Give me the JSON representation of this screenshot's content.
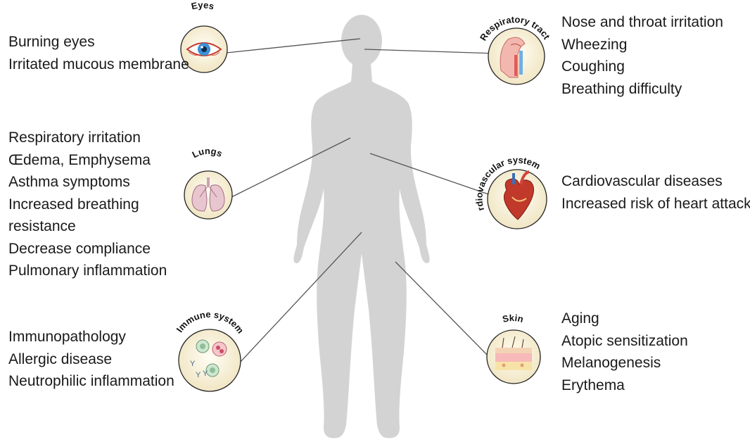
{
  "organs": {
    "eyes": {
      "title": "Eyes",
      "icon": "eye-icon",
      "effects": [
        "Burning eyes",
        "Irritated mucous membrane"
      ]
    },
    "respiratory": {
      "title": "Respiratory tract",
      "icon": "respiratory-tract-icon",
      "effects": [
        "Nose and throat irritation",
        "Wheezing",
        "Coughing",
        "Breathing difficulty"
      ]
    },
    "lungs": {
      "title": "Lungs",
      "icon": "lungs-icon",
      "effects": [
        "Respiratory irritation",
        "Œdema, Emphysema",
        "Asthma symptoms",
        "Increased breathing",
        "resistance",
        "Decrease compliance",
        "Pulmonary inflammation"
      ]
    },
    "cardiovascular": {
      "title": "Cardiovascular system",
      "icon": "heart-icon",
      "effects": [
        "Cardiovascular diseases",
        "Increased risk of heart attacks"
      ]
    },
    "immune": {
      "title": "Immune system",
      "icon": "immune-cells-icon",
      "effects": [
        "Immunopathology",
        "Allergic disease",
        "Neutrophilic inflammation"
      ]
    },
    "skin": {
      "title": "Skin",
      "icon": "skin-layers-icon",
      "effects": [
        "Aging",
        "Atopic sensitization",
        "Melanogenesis",
        "Erythema"
      ]
    }
  },
  "colors": {
    "body_silhouette": "#d3d3d3",
    "connector": "#555555",
    "circle_fill": "#f6efd7",
    "circle_stroke": "#222222",
    "text": "#1a1a1a"
  }
}
